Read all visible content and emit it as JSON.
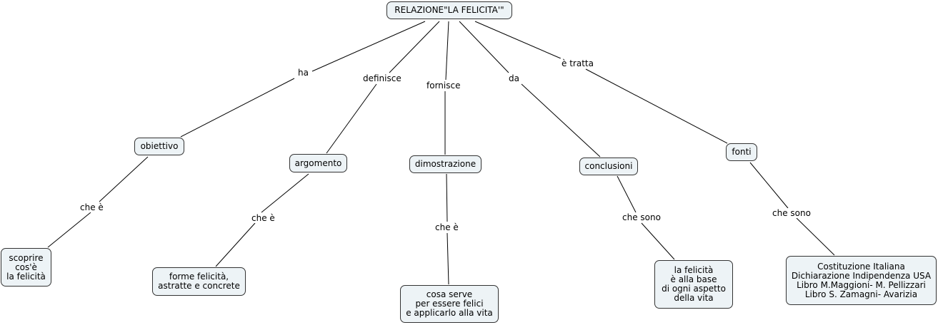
{
  "nodes": {
    "root": "RELAZIONE\"LA FELICITA'\"",
    "obiettivo": "obiettivo",
    "argomento": "argomento",
    "dimostrazione": "dimostrazione",
    "conclusioni": "conclusioni",
    "fonti": "fonti",
    "scoprire": "scoprire\ncos'è\nla felicità",
    "forme": "forme felicità,\nastratte e concrete",
    "cosa_serve": "cosa serve\nper essere felici\ne applicarlo alla vita",
    "la_felicita": "la felicità\nè alla base\ndi ogni aspetto\ndella vita",
    "fonti_list": "Costituzione Italiana\nDichiarazione Indipendenza USA\nLibro M.Maggioni- M. Pellizzari\nLibro S. Zamagni- Avarizia"
  },
  "links": {
    "ha": "ha",
    "definisce": "definisce",
    "fornisce": "fornisce",
    "da": "da",
    "e_tratta": "è tratta",
    "che_e_1": "che è",
    "che_e_2": "che è",
    "che_e_3": "che è",
    "che_sono_1": "che sono",
    "che_sono_2": "che sono"
  }
}
